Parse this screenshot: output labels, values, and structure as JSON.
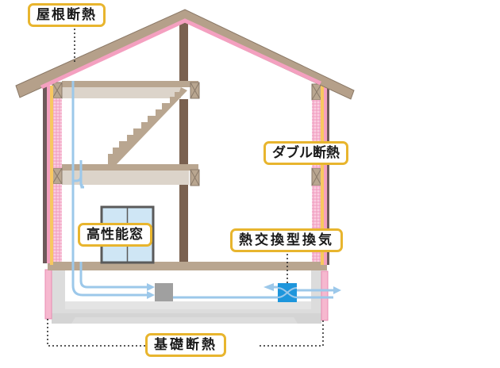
{
  "title": "住宅断熱・換気構造図",
  "labels": {
    "roof_insulation": "屋根断熱",
    "double_insulation": "ダブル断熱",
    "high_performance_window": "高性能窓",
    "heat_exchange_ventilation": "熱交換型換気",
    "foundation_insulation": "基礎断熱"
  },
  "colors": {
    "roof_wood": "#b5a08a",
    "roof_insulation_pink": "#f4a0c0",
    "post_dark": "#7a6150",
    "beam_light": "#dcd4ca",
    "floor_beam": "#b9a690",
    "wall_insulation_pink": "#f5b8d0",
    "wall_yellow": "#f8c860",
    "duct_blue": "#9cc8ea",
    "exchanger_blue": "#1e96dc",
    "foundation_gray": "#dcdcdc",
    "unit_gray": "#a0a0a0",
    "window_glass": "#cfe6f5",
    "window_frame": "#5a5a5a",
    "label_border": "#e8b52e"
  }
}
